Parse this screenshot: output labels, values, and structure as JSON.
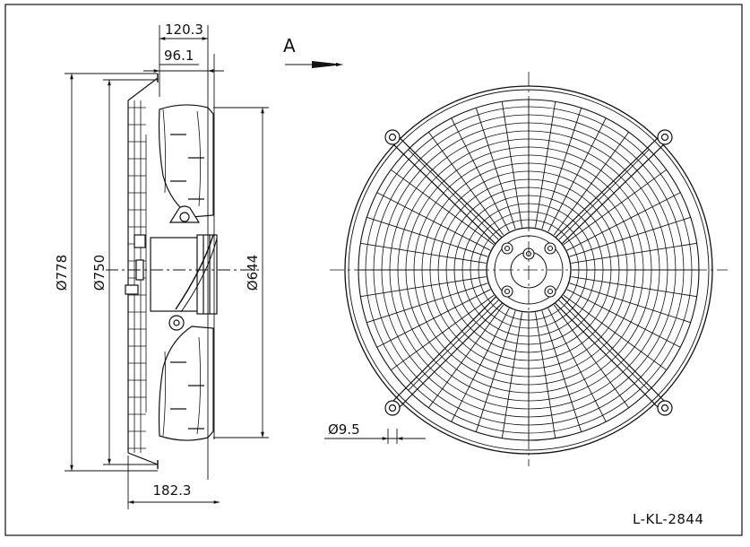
{
  "drawing": {
    "view_arrow_label": "A",
    "drawing_code": "L-KL-2844",
    "dimensions": {
      "top_overall": "120.3",
      "top_inner": "96.1",
      "dia_guard_outer": "Ø778",
      "dia_guard_inner": "Ø750",
      "dia_fan": "Ø644",
      "bottom_depth": "182.3",
      "mount_hole": "Ø9.5"
    }
  }
}
